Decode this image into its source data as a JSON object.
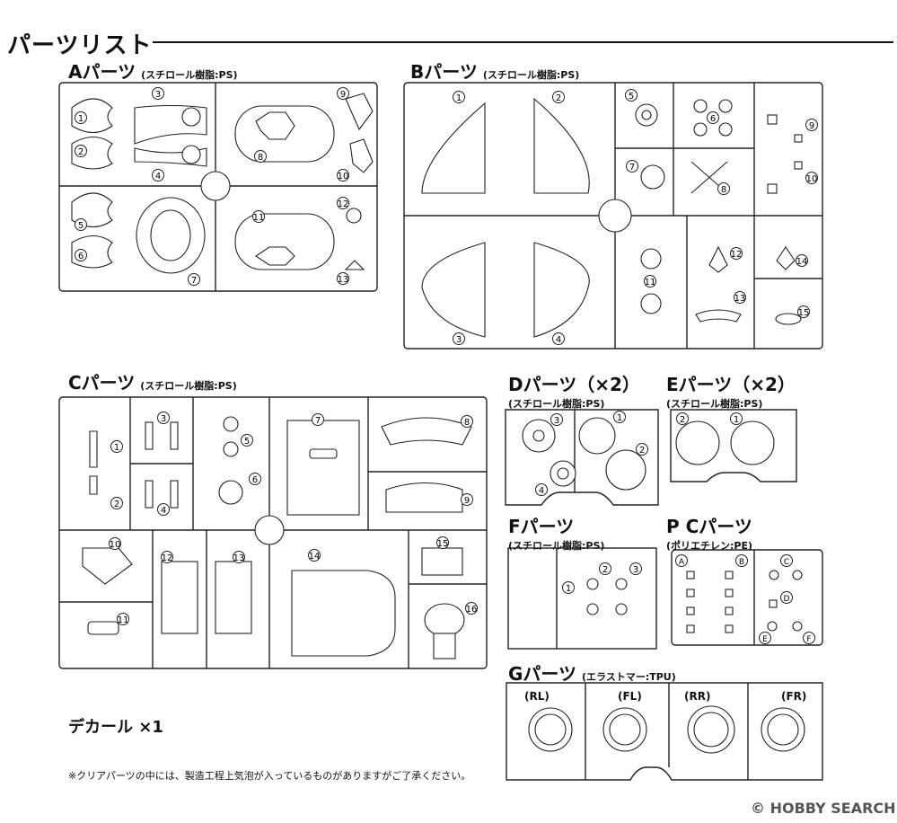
{
  "header": {
    "title": "パーツリスト"
  },
  "sections": {
    "A": {
      "name": "Aパーツ",
      "material": "(スチロール樹脂:PS)",
      "numbers": [
        "①",
        "②",
        "③",
        "④",
        "⑤",
        "⑥",
        "⑦",
        "⑧",
        "⑨",
        "⑩",
        "⑪",
        "⑫",
        "⑬"
      ]
    },
    "B": {
      "name": "Bパーツ",
      "material": "(スチロール樹脂:PS)",
      "numbers": [
        "①",
        "②",
        "③",
        "④",
        "⑤",
        "⑥",
        "⑦",
        "⑧",
        "⑨",
        "⑩",
        "⑪",
        "⑫",
        "⑬",
        "⑭",
        "⑮"
      ]
    },
    "C": {
      "name": "Cパーツ",
      "material": "(スチロール樹脂:PS)",
      "numbers": [
        "①",
        "②",
        "③",
        "④",
        "⑤",
        "⑥",
        "⑦",
        "⑧",
        "⑨",
        "⑩",
        "⑪",
        "⑫",
        "⑬",
        "⑭",
        "⑮",
        "⑯"
      ]
    },
    "D": {
      "name": "Dパーツ（×2）",
      "material": "(スチロール樹脂:PS)",
      "numbers": [
        "①",
        "②",
        "③",
        "④"
      ]
    },
    "E": {
      "name": "Eパーツ（×2）",
      "material": "(スチロール樹脂:PS)",
      "numbers": [
        "②",
        "①"
      ]
    },
    "F": {
      "name": "Fパーツ",
      "material": "(スチロール樹脂:PS)",
      "numbers": [
        "①",
        "②",
        "③"
      ]
    },
    "PC": {
      "name": "P Cパーツ",
      "material": "(ポリエチレン:PE)",
      "numbers": [
        "Ⓐ",
        "Ⓑ",
        "Ⓒ",
        "Ⓓ",
        "Ⓔ",
        "Ⓕ"
      ]
    },
    "G": {
      "name": "Gパーツ",
      "material": "(エラストマー:TPU)",
      "labels": [
        "(RL)",
        "(FL)",
        "(RR)",
        "(FR)"
      ]
    }
  },
  "decal": "デカール ×1",
  "note": "※クリアパーツの中には、製造工程上気泡が入っているものがありますがご了承ください。",
  "watermark": "© HOBBY SEARCH"
}
